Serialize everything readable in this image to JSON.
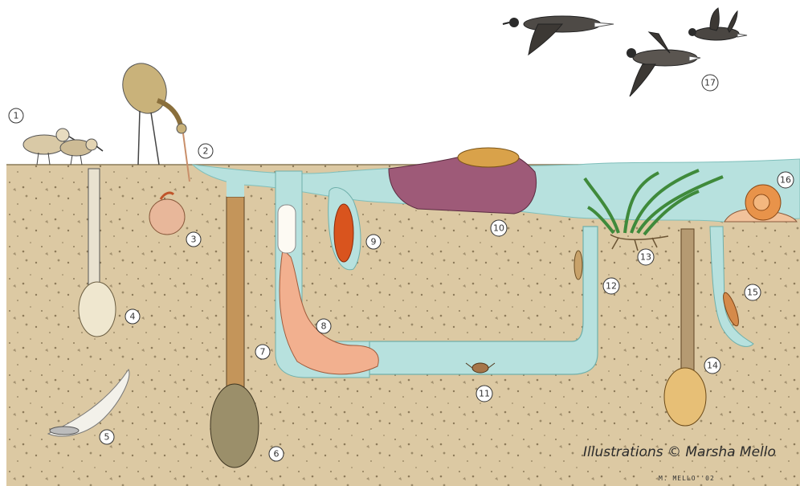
{
  "labels": [
    "1",
    "2",
    "3",
    "4",
    "5",
    "6",
    "7",
    "8",
    "9",
    "10",
    "11",
    "12",
    "13",
    "14",
    "15",
    "16",
    "17"
  ],
  "credit": "Illustrations © Marsha Mello",
  "signature": "M. MELLO '02",
  "colors": {
    "sand": "#dcc9a3",
    "sand_dark": "#c9b487",
    "water": "#b7e1de",
    "water_edge": "#7fbfbb",
    "sky": "#ffffff"
  }
}
